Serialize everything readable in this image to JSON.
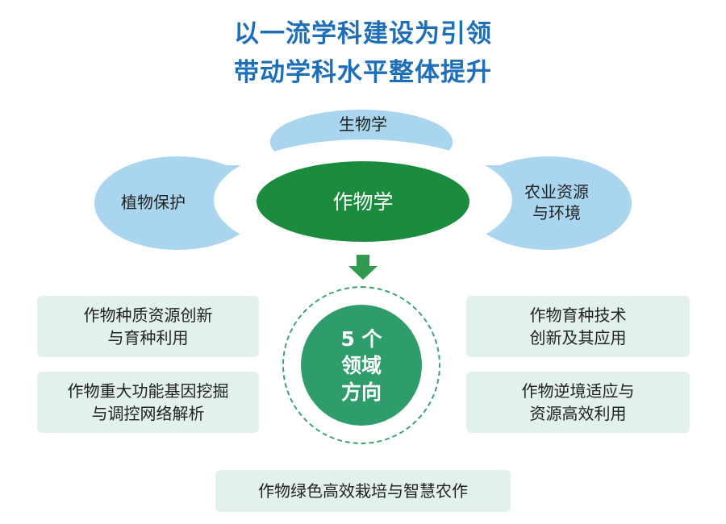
{
  "title": {
    "line1": "以一流学科建设为引领",
    "line2": "带动学科水平整体提升"
  },
  "cloud": {
    "top": "生物学",
    "left": "植物保护",
    "right_line1": "农业资源",
    "right_line2": "与环境",
    "center": "作物学"
  },
  "hub": {
    "line1": "5 个",
    "line2": "领域",
    "line3": "方向"
  },
  "boxes": {
    "left1_line1": "作物种质资源创新",
    "left1_line2": "与育种利用",
    "left2_line1": "作物重大功能基因挖掘",
    "left2_line2": "与调控网络解析",
    "right1_line1": "作物育种技术",
    "right1_line2": "创新及其应用",
    "right2_line1": "作物逆境适应与",
    "right2_line2": "资源高效利用",
    "bottom": "作物绿色高效栽培与智慧农作"
  },
  "colors": {
    "title": "#1f6fb8",
    "cloud": "#a9d5ee",
    "center": "#1b8c3e",
    "hub": "#2e9d6b",
    "box": "#e2f1ea",
    "arrow": "#2f9a50"
  }
}
